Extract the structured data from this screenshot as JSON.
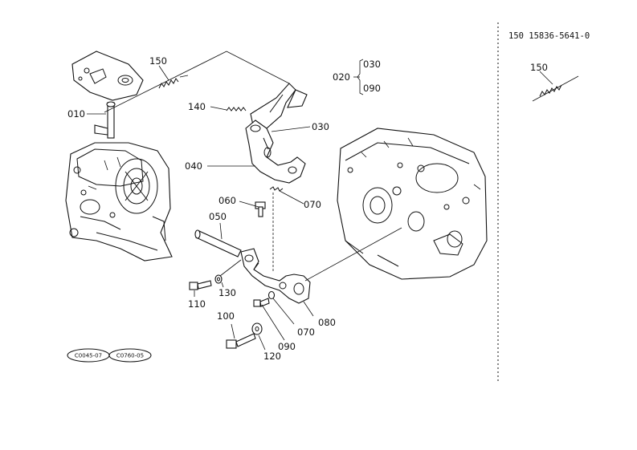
{
  "header": {
    "ref_text": "150  15836-5641-0"
  },
  "callouts": {
    "c010": "010",
    "c150": "150",
    "c150_side": "150",
    "c140": "140",
    "c030": "030",
    "c040": "040",
    "c060": "060",
    "c070_top": "070",
    "c050": "050",
    "c130": "130",
    "c110": "110",
    "c080": "080",
    "c070_bottom": "070",
    "c100": "100",
    "c090": "090",
    "c120": "120"
  },
  "kit_group": {
    "kit": "020",
    "item_a": "030",
    "item_b": "090"
  },
  "oval_labels": {
    "left": "C0045-07",
    "right": "C0760-05"
  }
}
